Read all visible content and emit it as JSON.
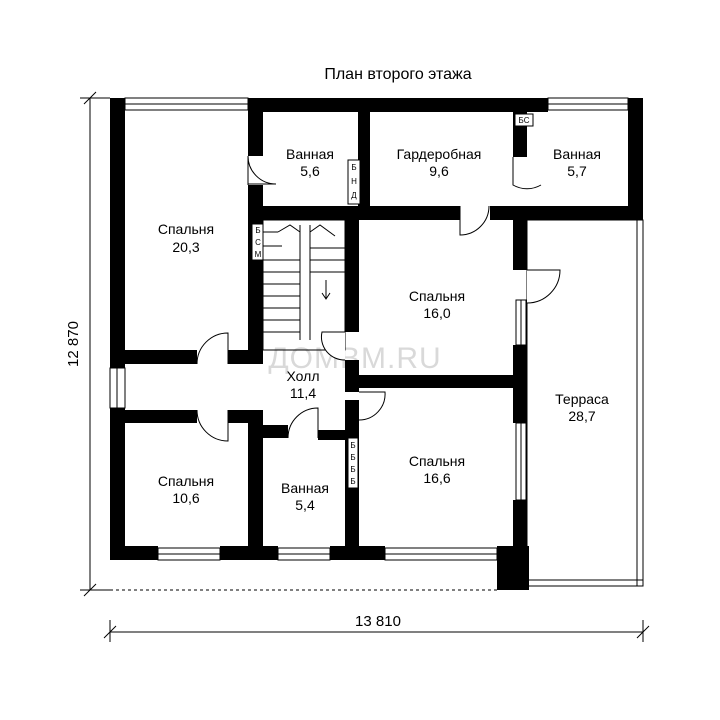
{
  "title": "План второго этажа",
  "dimensions": {
    "width": "13 810",
    "depth": "12 870"
  },
  "watermark": "ДОМВМ.RU",
  "rooms": [
    {
      "id": "bathroom-1",
      "name": "Ванная",
      "area": "5,6"
    },
    {
      "id": "dressing",
      "name": "Гардеробная",
      "area": "9,6"
    },
    {
      "id": "bathroom-2",
      "name": "Ванная",
      "area": "5,7"
    },
    {
      "id": "bedroom-1",
      "name": "Спальня",
      "area": "20,3"
    },
    {
      "id": "bedroom-2",
      "name": "Спальня",
      "area": "16,0"
    },
    {
      "id": "hall",
      "name": "Холл",
      "area": "11,4"
    },
    {
      "id": "terrace",
      "name": "Терраса",
      "area": "28,7"
    },
    {
      "id": "bedroom-3",
      "name": "Спальня",
      "area": "10,6"
    },
    {
      "id": "bathroom-3",
      "name": "Ванная",
      "area": "5,4"
    },
    {
      "id": "bedroom-4",
      "name": "Спальня",
      "area": "16,6"
    }
  ],
  "fixtures": {
    "bath1": [
      "Б",
      "Н",
      "Д"
    ],
    "bath2_top": "БС",
    "stair_side": [
      "Б",
      "С",
      "М"
    ],
    "bath3": [
      "Б",
      "Б",
      "Б",
      "Б"
    ]
  }
}
